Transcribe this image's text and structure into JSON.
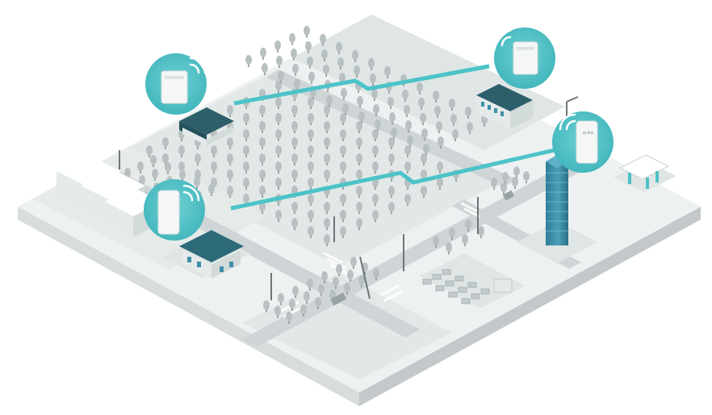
{
  "colors": {
    "background": "#ffffff",
    "slab_top": "#eef1f1",
    "slab_side_left": "#d7dcdc",
    "slab_side_right": "#c3c9ca",
    "park": "#dfe6e5",
    "road": "#cfd5d6",
    "road_dark": "#c0c7c8",
    "tree": "#b9c0c1",
    "tree_trunk": "#8d9596",
    "building_wall": "#e4eaea",
    "building_roof": "#2d5f6b",
    "accent": "#4fc0c5",
    "accent_dark": "#2a7e86",
    "link": "#4cc3c8",
    "tower_glass": "#3f8fa8",
    "device_body": "#f5f7f7"
  },
  "icons": {
    "bubble_left": "wifi-cpe-device-icon",
    "bubble_right": "wifi-cpe-device-icon",
    "bubble_tower": "wifi-access-point-icon",
    "bubble_house": "wifi-access-point-icon",
    "link": "wireless-bridge-link-icon"
  },
  "wireless_links": [
    {
      "from": "farmhouse",
      "to": "park-building"
    },
    {
      "from": "house",
      "to": "tower"
    }
  ],
  "logo_text": "tp-link"
}
